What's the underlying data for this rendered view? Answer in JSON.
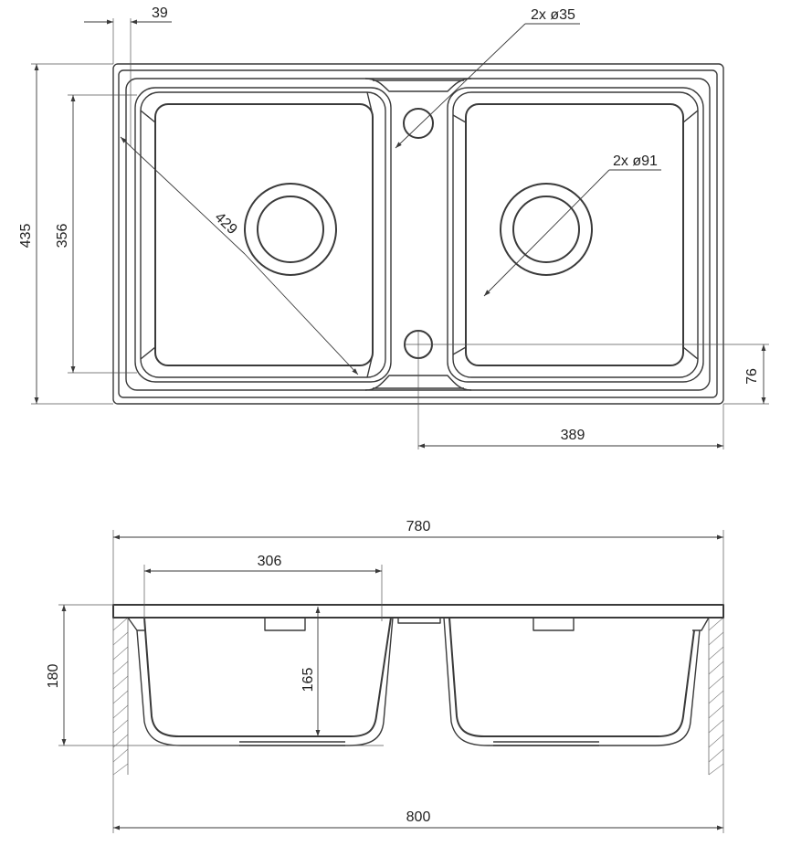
{
  "top_view": {
    "dimensions": {
      "overall_depth": "435",
      "bowl_depth": "356",
      "edge_offset": "39",
      "bowl_diagonal": "429",
      "tap_hole": "2x ø35",
      "drain": "2x ø91",
      "overflow_offset": "76",
      "overflow_to_edge": "389"
    }
  },
  "side_view": {
    "dimensions": {
      "bowl_width": "306",
      "bowl_height": "165",
      "total_height": "180",
      "inner_width": "780",
      "overall_width": "800"
    }
  },
  "colors": {
    "line": "#3a3a3a",
    "background": "#ffffff"
  }
}
